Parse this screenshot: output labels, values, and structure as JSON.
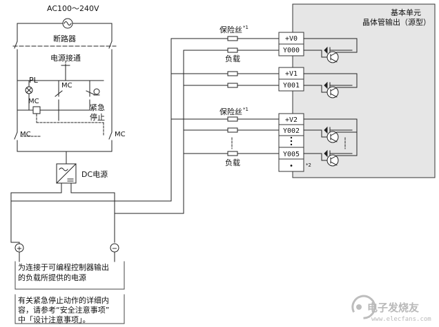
{
  "supply": {
    "voltage": "AC100～240V",
    "breaker": "断路器",
    "power_on": "电源接通",
    "pl": "PL",
    "mc": "MC",
    "estop_line1": "紧急",
    "estop_line2": "停止",
    "dc_supply": "DC电源",
    "plus": "+",
    "minus": "−"
  },
  "unit": {
    "title1": "基本单元",
    "title2": "晶体管输出（源型）",
    "terminals": [
      "+V0",
      "Y000",
      "+V1",
      "Y001",
      "+V2",
      "Y002",
      "Y005",
      "•"
    ],
    "note2": "*2"
  },
  "loads": {
    "fuse": "保险丝",
    "fuse_note": "*1",
    "load": "负载"
  },
  "notes": {
    "box1": [
      "为连接于可编程控制器输出",
      "的负载所提供的电源"
    ],
    "box2": [
      "有关紧急停止动作的详细内",
      "容，请参考“安全注意事项”",
      "中「设计注意事项」。"
    ]
  },
  "watermark": {
    "main": "电子发烧友",
    "url": "www.elecfans.com"
  }
}
